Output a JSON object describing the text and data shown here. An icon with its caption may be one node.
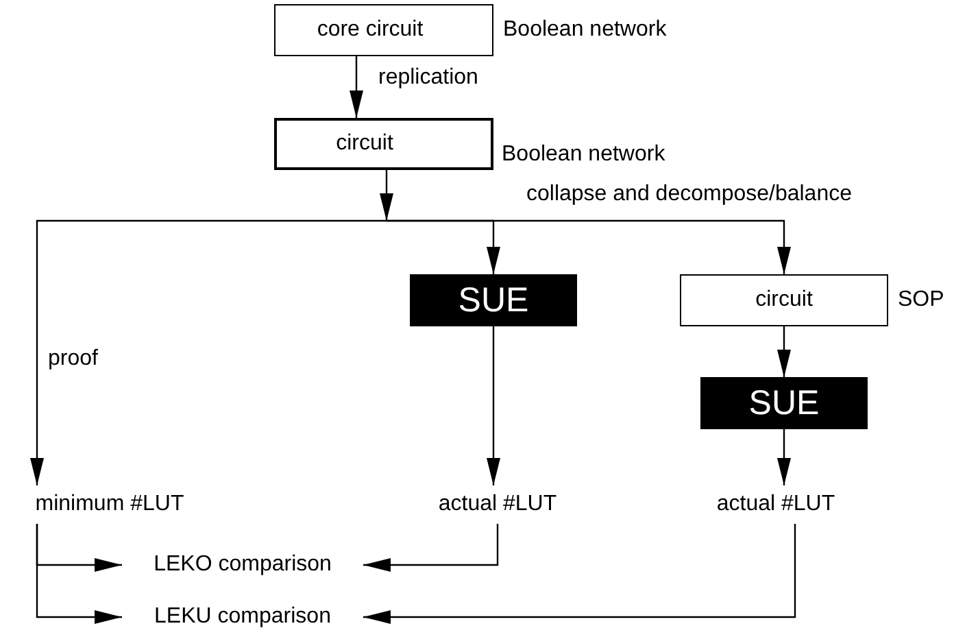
{
  "diagram": {
    "nodes": [
      {
        "text": [
          "core circuit"
        ],
        "beside": [
          "Boolean network"
        ]
      },
      {
        "text": [
          "circuit"
        ],
        "beside": [
          "Boolean network"
        ]
      },
      {
        "text": [
          "SUE"
        ]
      },
      {
        "text": [
          "circuit"
        ],
        "beside": [
          "SOP"
        ]
      },
      {
        "text": [
          "SUE"
        ]
      },
      {
        "text": [
          "minimum #LUT"
        ]
      },
      {
        "text": [
          "actual #LUT"
        ]
      },
      {
        "text": [
          "actual #LUT"
        ]
      },
      {
        "text": [
          "LEKO comparison"
        ]
      },
      {
        "text": [
          "LEKU comparison"
        ]
      }
    ],
    "edges": [
      {
        "from": 0,
        "to": 1,
        "arrow": "to",
        "label": "replication"
      },
      {
        "from": 1,
        "to": 5,
        "arrow": "to",
        "label": "proof"
      },
      {
        "from": 1,
        "to": 2,
        "arrow": "to"
      },
      {
        "from": 1,
        "to": 3,
        "arrow": "to",
        "label": "collapse and decompose/balance"
      },
      {
        "from": 3,
        "to": 4,
        "arrow": "to"
      },
      {
        "from": 2,
        "to": 6,
        "arrow": "to"
      },
      {
        "from": 4,
        "to": 7,
        "arrow": "to"
      },
      {
        "from": 5,
        "to": 8,
        "arrow": "to"
      },
      {
        "from": 5,
        "to": 9,
        "arrow": "to"
      },
      {
        "from": 6,
        "to": 8,
        "arrow": "to"
      },
      {
        "from": 7,
        "to": 9,
        "arrow": "to"
      }
    ]
  }
}
